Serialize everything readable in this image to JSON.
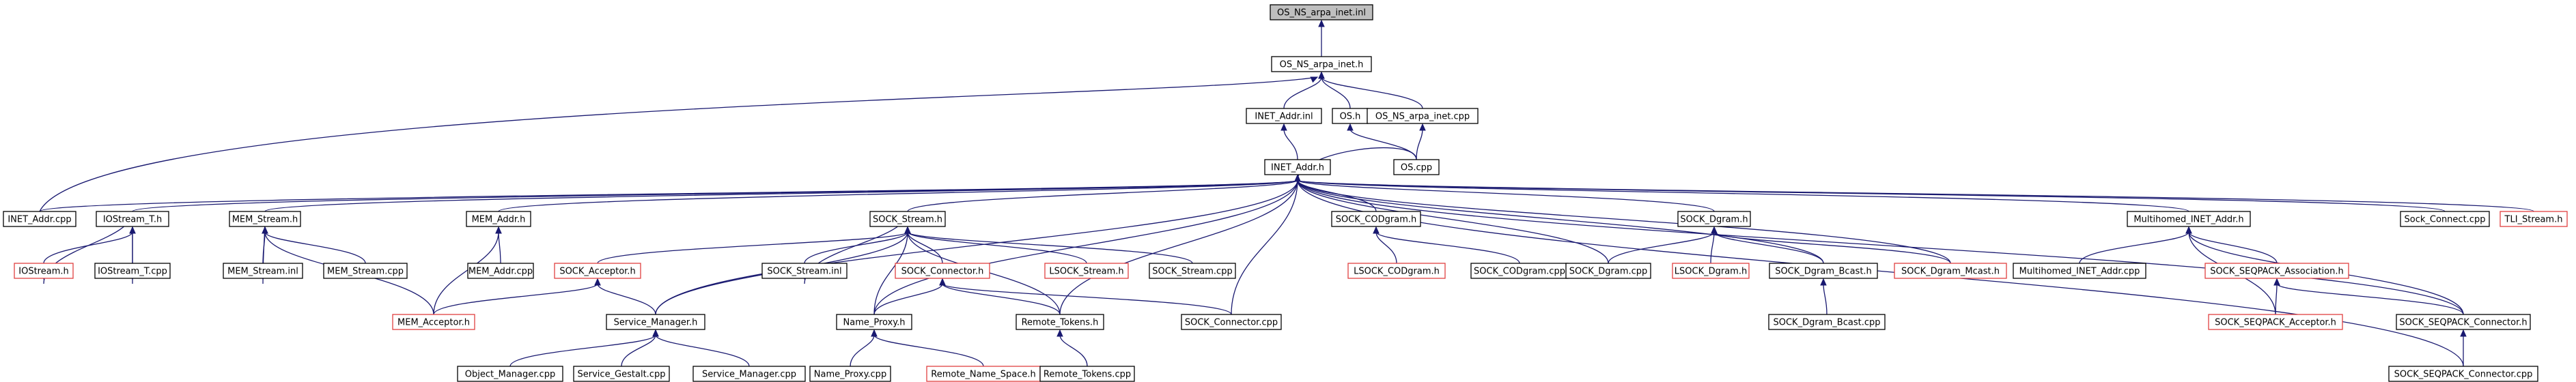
{
  "graph": {
    "nodes": [
      {
        "id": "root",
        "label": "OS_NS_arpa_inet.inl",
        "style": "root"
      },
      {
        "id": "osns_h",
        "label": "OS_NS_arpa_inet.h",
        "style": "normal"
      },
      {
        "id": "inet_inl",
        "label": "INET_Addr.inl",
        "style": "normal"
      },
      {
        "id": "os_h",
        "label": "OS.h",
        "style": "normal"
      },
      {
        "id": "osns_cpp",
        "label": "OS_NS_arpa_inet.cpp",
        "style": "normal"
      },
      {
        "id": "os_cpp",
        "label": "OS.cpp",
        "style": "normal"
      },
      {
        "id": "inet_h",
        "label": "INET_Addr.h",
        "style": "normal"
      },
      {
        "id": "inet_cpp",
        "label": "INET_Addr.cpp",
        "style": "normal"
      },
      {
        "id": "iost_h",
        "label": "IOStream_T.h",
        "style": "normal"
      },
      {
        "id": "mems_h",
        "label": "MEM_Stream.h",
        "style": "normal"
      },
      {
        "id": "mema_h",
        "label": "MEM_Addr.h",
        "style": "normal"
      },
      {
        "id": "socks_h",
        "label": "SOCK_Stream.h",
        "style": "normal"
      },
      {
        "id": "sockcod_h",
        "label": "SOCK_CODgram.h",
        "style": "normal"
      },
      {
        "id": "sockd_h",
        "label": "SOCK_Dgram.h",
        "style": "normal"
      },
      {
        "id": "mh_h",
        "label": "Multihomed_INET_Addr.h",
        "style": "normal"
      },
      {
        "id": "sockconn_cpp2",
        "label": "Sock_Connect.cpp",
        "style": "normal"
      },
      {
        "id": "tli_h",
        "label": "TLI_Stream.h",
        "style": "red"
      },
      {
        "id": "iostream_h",
        "label": "IOStream.h",
        "style": "red"
      },
      {
        "id": "iost_cpp",
        "label": "IOStream_T.cpp",
        "style": "normal"
      },
      {
        "id": "mems_inl",
        "label": "MEM_Stream.inl",
        "style": "normal"
      },
      {
        "id": "mems_cpp",
        "label": "MEM_Stream.cpp",
        "style": "normal"
      },
      {
        "id": "mema_cpp",
        "label": "MEM_Addr.cpp",
        "style": "normal"
      },
      {
        "id": "socka_h",
        "label": "SOCK_Acceptor.h",
        "style": "red"
      },
      {
        "id": "socks_inl",
        "label": "SOCK_Stream.inl",
        "style": "normal"
      },
      {
        "id": "sockc_h",
        "label": "SOCK_Connector.h",
        "style": "red"
      },
      {
        "id": "lsocks_h",
        "label": "LSOCK_Stream.h",
        "style": "red"
      },
      {
        "id": "socks_cpp",
        "label": "SOCK_Stream.cpp",
        "style": "normal"
      },
      {
        "id": "lsockcod_h",
        "label": "LSOCK_CODgram.h",
        "style": "red"
      },
      {
        "id": "sockcod_cpp",
        "label": "SOCK_CODgram.cpp",
        "style": "normal"
      },
      {
        "id": "sockd_cpp",
        "label": "SOCK_Dgram.cpp",
        "style": "normal"
      },
      {
        "id": "lsockd_h",
        "label": "LSOCK_Dgram.h",
        "style": "red"
      },
      {
        "id": "sockdb_h",
        "label": "SOCK_Dgram_Bcast.h",
        "style": "normal"
      },
      {
        "id": "sockdm_h",
        "label": "SOCK_Dgram_Mcast.h",
        "style": "red"
      },
      {
        "id": "mh_cpp",
        "label": "Multihomed_INET_Addr.cpp",
        "style": "normal"
      },
      {
        "id": "ssa_h",
        "label": "SOCK_SEQPACK_Association.h",
        "style": "red"
      },
      {
        "id": "mema_acc_h",
        "label": "MEM_Acceptor.h",
        "style": "red"
      },
      {
        "id": "sm_h",
        "label": "Service_Manager.h",
        "style": "normal"
      },
      {
        "id": "np_h",
        "label": "Name_Proxy.h",
        "style": "normal"
      },
      {
        "id": "rt_h",
        "label": "Remote_Tokens.h",
        "style": "normal"
      },
      {
        "id": "sockc_cpp",
        "label": "SOCK_Connector.cpp",
        "style": "normal"
      },
      {
        "id": "sockdb_cpp",
        "label": "SOCK_Dgram_Bcast.cpp",
        "style": "normal"
      },
      {
        "id": "ssacc_h",
        "label": "SOCK_SEQPACK_Acceptor.h",
        "style": "red"
      },
      {
        "id": "ssconn_h",
        "label": "SOCK_SEQPACK_Connector.h",
        "style": "normal"
      },
      {
        "id": "om_cpp",
        "label": "Object_Manager.cpp",
        "style": "normal"
      },
      {
        "id": "sg_cpp",
        "label": "Service_Gestalt.cpp",
        "style": "normal"
      },
      {
        "id": "sm_cpp",
        "label": "Service_Manager.cpp",
        "style": "normal"
      },
      {
        "id": "np_cpp",
        "label": "Name_Proxy.cpp",
        "style": "normal"
      },
      {
        "id": "rns_h",
        "label": "Remote_Name_Space.h",
        "style": "red"
      },
      {
        "id": "rt_cpp",
        "label": "Remote_Tokens.cpp",
        "style": "normal"
      },
      {
        "id": "ssconn_cpp",
        "label": "SOCK_SEQPACK_Connector.cpp",
        "style": "normal"
      }
    ],
    "edges": [
      [
        "osns_h",
        "root"
      ],
      [
        "inet_inl",
        "osns_h"
      ],
      [
        "os_h",
        "osns_h"
      ],
      [
        "osns_cpp",
        "osns_h"
      ],
      [
        "inet_cpp",
        "osns_h"
      ],
      [
        "inet_h",
        "inet_inl"
      ],
      [
        "os_cpp",
        "os_h"
      ],
      [
        "os_cpp",
        "osns_cpp"
      ],
      [
        "inet_cpp",
        "inet_h"
      ],
      [
        "iost_h",
        "inet_h"
      ],
      [
        "mems_h",
        "inet_h"
      ],
      [
        "mema_h",
        "inet_h"
      ],
      [
        "socks_h",
        "inet_h"
      ],
      [
        "sockcod_h",
        "inet_h"
      ],
      [
        "sockd_h",
        "inet_h"
      ],
      [
        "mh_h",
        "inet_h"
      ],
      [
        "sockconn_cpp2",
        "inet_h"
      ],
      [
        "tli_h",
        "inet_h"
      ],
      [
        "os_cpp",
        "inet_h"
      ],
      [
        "sm_h",
        "inet_h"
      ],
      [
        "np_h",
        "inet_h"
      ],
      [
        "rt_h",
        "inet_h"
      ],
      [
        "sockc_cpp",
        "inet_h"
      ],
      [
        "sockd_cpp",
        "inet_h"
      ],
      [
        "sockdb_h",
        "inet_h"
      ],
      [
        "sockdm_h",
        "inet_h"
      ],
      [
        "ssconn_h",
        "inet_h"
      ],
      [
        "ssconn_cpp",
        "inet_h"
      ],
      [
        "iostream_h",
        "iost_h"
      ],
      [
        "iost_cpp",
        "iost_h"
      ],
      [
        "iost_h",
        "iostream_h"
      ],
      [
        "iost_h",
        "iost_cpp"
      ],
      [
        "mems_inl",
        "mems_h"
      ],
      [
        "mems_cpp",
        "mems_h"
      ],
      [
        "mems_h",
        "mems_inl"
      ],
      [
        "mema_acc_h",
        "mems_h"
      ],
      [
        "mema_cpp",
        "mema_h"
      ],
      [
        "mema_acc_h",
        "mema_h"
      ],
      [
        "socka_h",
        "socks_h"
      ],
      [
        "socks_inl",
        "socks_h"
      ],
      [
        "sockc_h",
        "socks_h"
      ],
      [
        "lsocks_h",
        "socks_h"
      ],
      [
        "socks_cpp",
        "socks_h"
      ],
      [
        "socks_h",
        "socks_inl"
      ],
      [
        "sm_h",
        "socks_h"
      ],
      [
        "np_h",
        "socks_h"
      ],
      [
        "rt_h",
        "socks_h"
      ],
      [
        "mema_acc_h",
        "socka_h"
      ],
      [
        "sm_h",
        "socka_h"
      ],
      [
        "np_h",
        "sockc_h"
      ],
      [
        "rt_h",
        "sockc_h"
      ],
      [
        "sockc_cpp",
        "sockc_h"
      ],
      [
        "lsockcod_h",
        "sockcod_h"
      ],
      [
        "sockcod_cpp",
        "sockcod_h"
      ],
      [
        "sockd_cpp",
        "sockd_h"
      ],
      [
        "lsockd_h",
        "sockd_h"
      ],
      [
        "sockdb_h",
        "sockd_h"
      ],
      [
        "sockdm_h",
        "sockd_h"
      ],
      [
        "sockdb_cpp",
        "sockdb_h"
      ],
      [
        "mh_cpp",
        "mh_h"
      ],
      [
        "ssa_h",
        "mh_h"
      ],
      [
        "ssacc_h",
        "mh_h"
      ],
      [
        "ssconn_h",
        "mh_h"
      ],
      [
        "ssacc_h",
        "ssa_h"
      ],
      [
        "ssconn_h",
        "ssa_h"
      ],
      [
        "ssconn_cpp",
        "ssconn_h"
      ],
      [
        "om_cpp",
        "sm_h"
      ],
      [
        "sg_cpp",
        "sm_h"
      ],
      [
        "sm_cpp",
        "sm_h"
      ],
      [
        "np_cpp",
        "np_h"
      ],
      [
        "rns_h",
        "np_h"
      ],
      [
        "rt_cpp",
        "rt_h"
      ]
    ]
  }
}
